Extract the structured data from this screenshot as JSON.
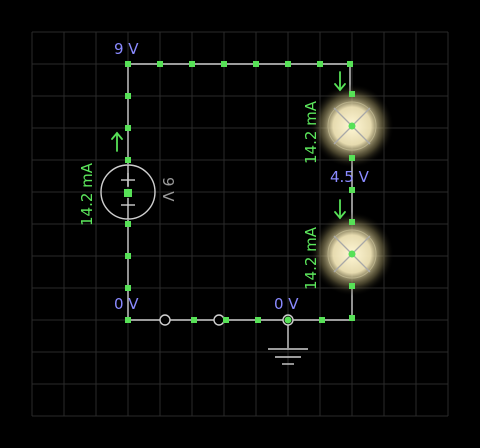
{
  "circuit": {
    "voltage_labels": {
      "top_left": "9 V",
      "middle_right": "4.5 V",
      "bottom_left": "0 V",
      "bottom_ground": "0 V"
    },
    "current_labels": {
      "source": "14.2 mA",
      "lamp_top": "14.2 mA",
      "lamp_bottom": "14.2 mA"
    },
    "source_value": "9 V"
  },
  "colors": {
    "background": "#000000",
    "grid": "#2a2a2a",
    "wire": "#cfcfcf",
    "node": "#57e157",
    "voltage_text": "#8a8aff",
    "current_text": "#5ce65c",
    "lamp_glow": "#fff3c6"
  }
}
